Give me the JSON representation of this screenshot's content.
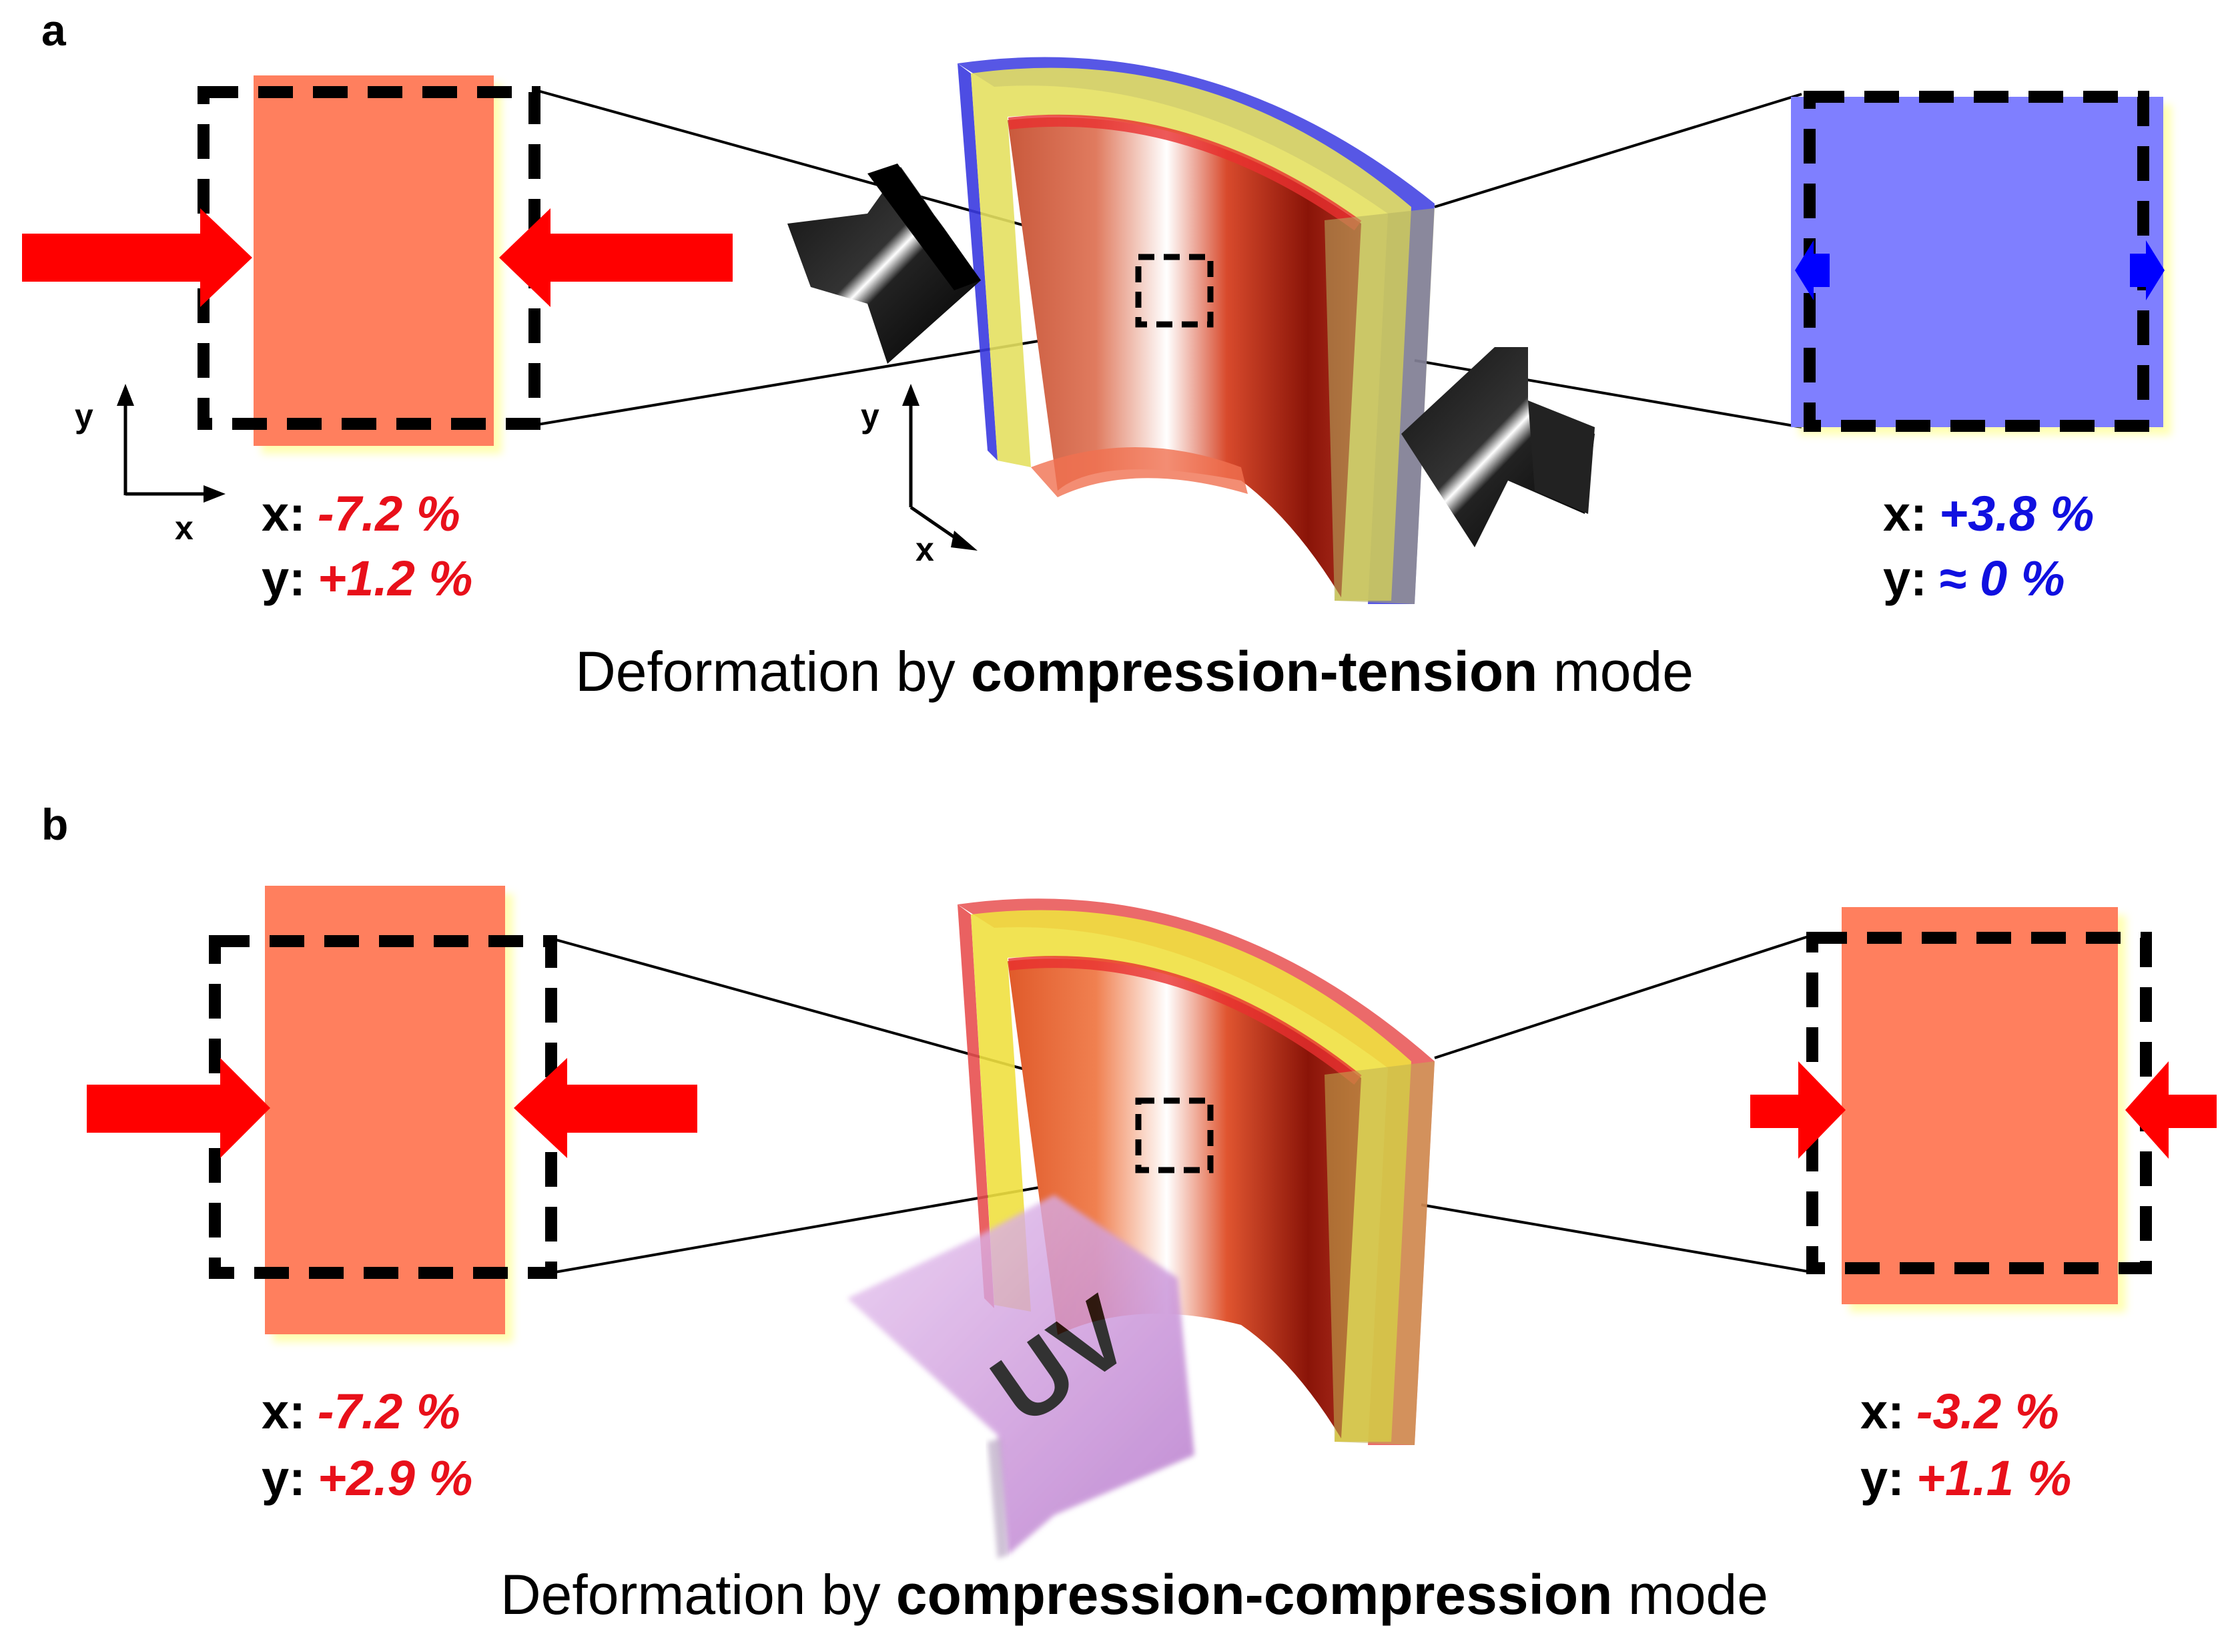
{
  "figure": {
    "panels": [
      {
        "label": "a",
        "caption": {
          "prefix": "Deformation by ",
          "emphasis": "compression-tension",
          "suffix": " mode"
        },
        "tube_outer_layer_color": "#3a3ae0",
        "left_element": {
          "color": "#ff7f5e",
          "force": "compression",
          "force_color": "#ff0000",
          "strain": {
            "x_label": "x:",
            "x_value": "-7.2 %",
            "y_label": "y:",
            "y_value": "+1.2 %",
            "value_color": "#e8101a"
          }
        },
        "right_element": {
          "color": "#7f7fff",
          "force": "tension",
          "force_color": "#0000ff",
          "strain": {
            "x_label": "x:",
            "x_value": "+3.8 %",
            "y_label": "y:",
            "y_value": "≈ 0 %",
            "value_color": "#1010e0"
          }
        },
        "axes": {
          "left": {
            "y": "y",
            "x": "x"
          },
          "center": {
            "y": "y",
            "x": "x"
          }
        },
        "stimulus_icons": [
          "metallic-arrow-icon",
          "metallic-arrow-icon"
        ]
      },
      {
        "label": "b",
        "caption": {
          "prefix": "Deformation by ",
          "emphasis": "compression-compression",
          "suffix": " mode"
        },
        "tube_outer_layer_color": "#e85050",
        "stimulus_label": "UV",
        "left_element": {
          "color": "#ff7f5e",
          "force": "compression",
          "force_color": "#ff0000",
          "strain": {
            "x_label": "x:",
            "x_value": "-7.2 %",
            "y_label": "y:",
            "y_value": "+2.9 %",
            "value_color": "#e8101a"
          }
        },
        "right_element": {
          "color": "#ff7f5e",
          "force": "compression",
          "force_color": "#ff0000",
          "strain": {
            "x_label": "x:",
            "x_value": "-3.2 %",
            "y_label": "y:",
            "y_value": "+1.1 %",
            "value_color": "#e8101a"
          }
        }
      }
    ]
  }
}
